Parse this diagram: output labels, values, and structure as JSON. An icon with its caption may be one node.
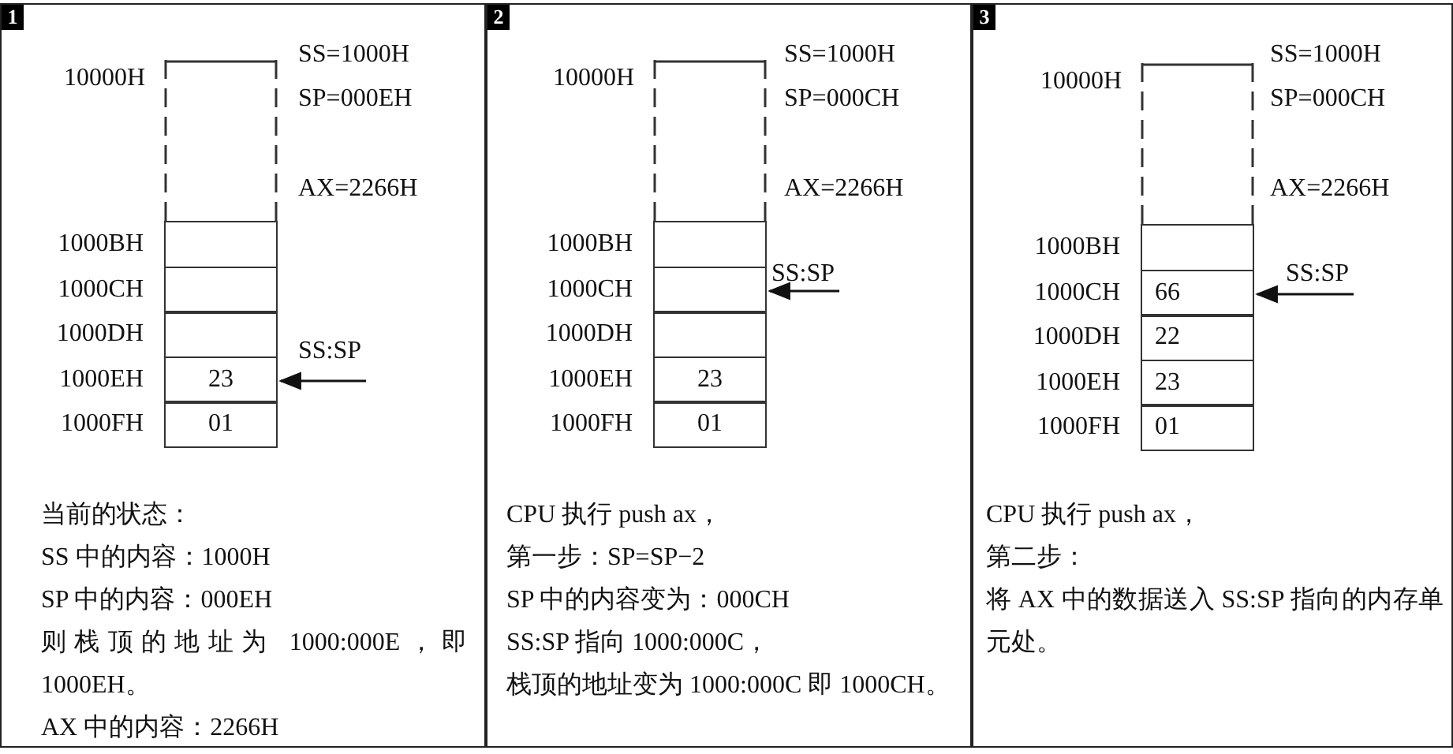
{
  "diagram": {
    "nodes": [
      {
        "text": [
          "1",
          "SS=1000H",
          "SP=000EH",
          "AX=2266H",
          "当前的状态：",
          "SS 中的内容：1000H",
          "SP 中的内容：000EH",
          "则栈顶的地址为 1000:000E，即 1000EH。",
          "AX 中的内容：2266H"
        ]
      },
      {
        "text": [],
        "shape": "box",
        "in": 0,
        "beside": [
          "10000H"
        ]
      },
      {
        "text": [],
        "shape": "box",
        "in": 0,
        "beside": [
          "1000BH"
        ]
      },
      {
        "text": [],
        "shape": "box",
        "in": 0,
        "beside": [
          "1000CH"
        ]
      },
      {
        "text": [],
        "shape": "box",
        "in": 0,
        "beside": [
          "1000DH"
        ]
      },
      {
        "text": [
          "23"
        ],
        "in": 0,
        "beside": [
          "1000EH"
        ]
      },
      {
        "text": [
          "01"
        ],
        "in": 0,
        "beside": [
          "1000FH"
        ]
      },
      {
        "text": [
          "SS:SP"
        ],
        "in": 0
      },
      {
        "text": [
          "2",
          "SS=1000H",
          "SP=000CH",
          "AX=2266H",
          "CPU 执行 push ax，",
          "第一步：SP=SP−2",
          "SP 中的内容变为：000CH",
          "SS:SP 指向 1000:000C，",
          "栈顶的地址变为 1000:000C 即 1000CH。"
        ]
      },
      {
        "text": [],
        "shape": "box",
        "in": 8,
        "beside": [
          "10000H"
        ]
      },
      {
        "text": [],
        "shape": "box",
        "in": 8,
        "beside": [
          "1000BH"
        ]
      },
      {
        "text": [],
        "shape": "box",
        "in": 8,
        "beside": [
          "1000CH"
        ]
      },
      {
        "text": [],
        "shape": "box",
        "in": 8,
        "beside": [
          "1000DH"
        ]
      },
      {
        "text": [
          "23"
        ],
        "in": 8,
        "beside": [
          "1000EH"
        ]
      },
      {
        "text": [
          "01"
        ],
        "in": 8,
        "beside": [
          "1000FH"
        ]
      },
      {
        "text": [
          "SS:SP"
        ],
        "in": 8
      },
      {
        "text": [
          "3",
          "SS=1000H",
          "SP=000CH",
          "AX=2266H",
          "CPU 执行 push ax，",
          "第二步：",
          "将 AX 中的数据送入 SS:SP 指向的内存单元处。"
        ]
      },
      {
        "text": [],
        "shape": "box",
        "in": 16,
        "beside": [
          "10000H"
        ]
      },
      {
        "text": [],
        "shape": "box",
        "in": 16,
        "beside": [
          "1000BH"
        ]
      },
      {
        "text": [
          "66"
        ],
        "in": 16,
        "beside": [
          "1000CH"
        ]
      },
      {
        "text": [
          "22"
        ],
        "in": 16,
        "beside": [
          "1000DH"
        ]
      },
      {
        "text": [
          "23"
        ],
        "in": 16,
        "beside": [
          "1000EH"
        ]
      },
      {
        "text": [
          "01"
        ],
        "in": 16,
        "beside": [
          "1000FH"
        ]
      },
      {
        "text": [
          "SS:SP"
        ],
        "in": 16
      }
    ],
    "edges": [
      {
        "from": 7,
        "to": 5,
        "arrow": "to"
      },
      {
        "from": 15,
        "to": 11,
        "arrow": "to"
      },
      {
        "from": 23,
        "to": 19,
        "arrow": "to"
      }
    ]
  }
}
